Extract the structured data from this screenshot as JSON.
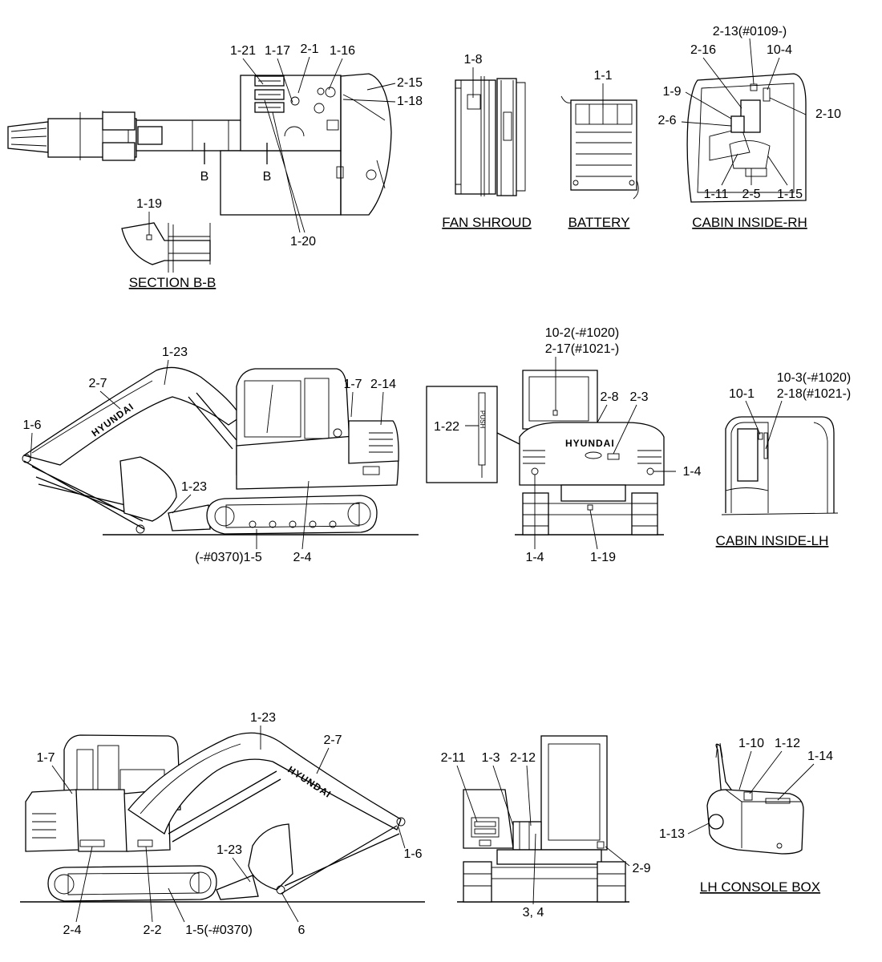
{
  "titles": {
    "fan_shroud": "FAN SHROUD",
    "battery": "BATTERY",
    "cabin_inside_rh": "CABIN INSIDE-RH",
    "section_bb": "SECTION B-B",
    "cabin_inside_lh": "CABIN INSIDE-LH",
    "lh_console_box": "LH CONSOLE BOX"
  },
  "brand": "HYUNDAI",
  "push_label": "PUSH",
  "section_marker": "B",
  "top_view": {
    "l_1_21": "1-21",
    "l_1_17": "1-17",
    "l_2_1": "2-1",
    "l_1_16": "1-16",
    "l_2_15": "2-15",
    "l_1_18": "1-18",
    "l_1_20": "1-20"
  },
  "section_view": {
    "l_1_19": "1-19"
  },
  "fan_view": {
    "l_1_8": "1-8"
  },
  "battery_view": {
    "l_1_1": "1-1"
  },
  "cabin_rh": {
    "l_2_13": "2-13(#0109-)",
    "l_2_16": "2-16",
    "l_10_4": "10-4",
    "l_1_9": "1-9",
    "l_2_6": "2-6",
    "l_2_10": "2-10",
    "l_1_11": "1-11",
    "l_2_5": "2-5",
    "l_1_15": "1-15"
  },
  "side_view": {
    "l_1_23a": "1-23",
    "l_2_7": "2-7",
    "l_1_6": "1-6",
    "l_1_23b": "1-23",
    "l_1_7": "1-7",
    "l_2_14": "2-14",
    "l_1_5": "(-#0370)1-5",
    "l_2_4": "2-4"
  },
  "rear_view": {
    "l_10_2": "10-2(-#1020)",
    "l_2_17": "2-17(#1021-)",
    "l_1_22": "1-22",
    "l_2_8": "2-8",
    "l_2_3": "2-3",
    "l_1_4a": "1-4",
    "l_1_4b": "1-4",
    "l_1_19": "1-19"
  },
  "cabin_lh": {
    "l_10_3": "10-3(-#1020)",
    "l_2_18": "2-18(#1021-)",
    "l_10_1": "10-1"
  },
  "side_view_2": {
    "l_1_7": "1-7",
    "l_1_23a": "1-23",
    "l_2_7": "2-7",
    "l_1_23b": "1-23",
    "l_1_6": "1-6",
    "l_2_4": "2-4",
    "l_2_2": "2-2",
    "l_1_5": "1-5(-#0370)",
    "l_6": "6"
  },
  "front_view": {
    "l_2_11": "2-11",
    "l_1_3": "1-3",
    "l_2_12": "2-12",
    "l_2_9": "2-9",
    "l_3_4": "3, 4"
  },
  "console": {
    "l_1_10": "1-10",
    "l_1_12": "1-12",
    "l_1_14": "1-14",
    "l_1_13": "1-13"
  }
}
